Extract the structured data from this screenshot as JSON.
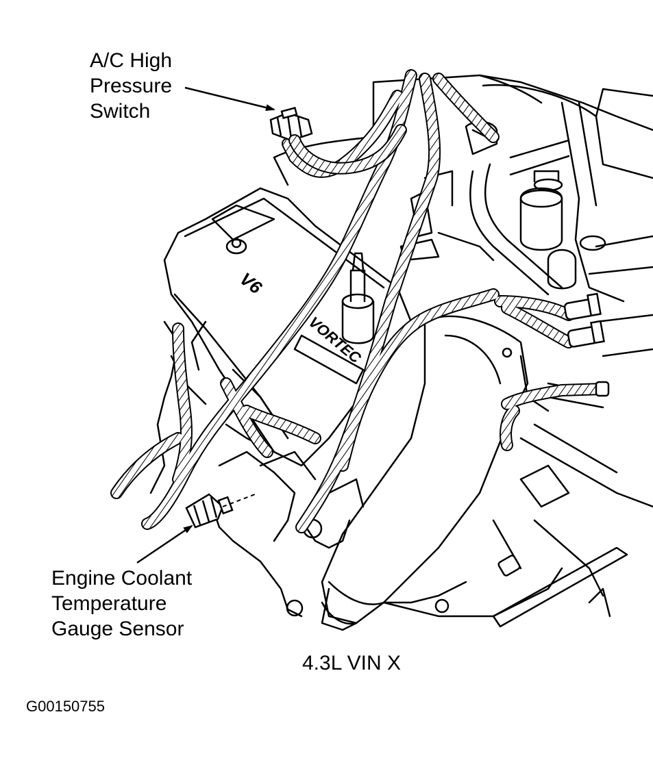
{
  "callouts": {
    "ac_switch": {
      "lines": [
        "A/C High",
        "Pressure",
        "Switch"
      ]
    },
    "coolant_sensor": {
      "lines": [
        "Engine Coolant",
        "Temperature",
        "Gauge Sensor"
      ]
    }
  },
  "engine_label": "4.3L VIN X",
  "figure_id": "G00150755",
  "engine_marks": {
    "badge": "V6",
    "brand": "VORTEC"
  },
  "colors": {
    "line": "#000000",
    "background": "#ffffff",
    "hose": "#cfcfcf"
  }
}
